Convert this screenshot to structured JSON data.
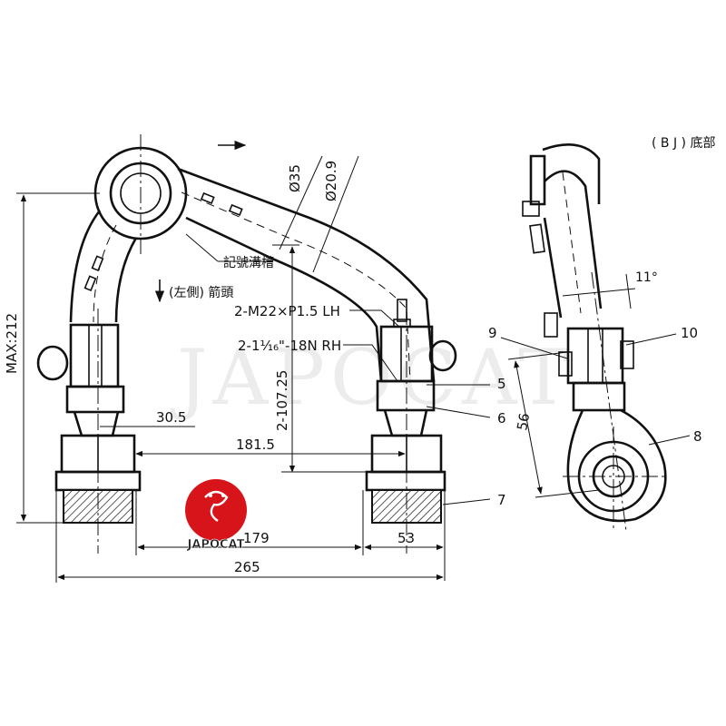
{
  "title_tag": "( B J ) 底部",
  "labels": {
    "groove": "記號溝槽",
    "arrow_note": "(左側) 箭頭",
    "thread_lh": "2-M22×P1.5 LH",
    "thread_rh": "2-1⅟₁₆\"-18N RH"
  },
  "dimensions": {
    "d35": "Ø35",
    "d209": "Ø20.9",
    "max_height": "MAX:212",
    "len_10725": "2-107.25",
    "d305": "30.5",
    "d1815": "181.5",
    "d179": "179",
    "d53": "53",
    "d265": "265",
    "d56": "56",
    "angle": "11°"
  },
  "callouts": [
    "5",
    "6",
    "7",
    "8",
    "9",
    "10"
  ],
  "watermark": "JAPOCAT",
  "logo": {
    "text": "JAPOCAT",
    "color": "#d7141a"
  }
}
